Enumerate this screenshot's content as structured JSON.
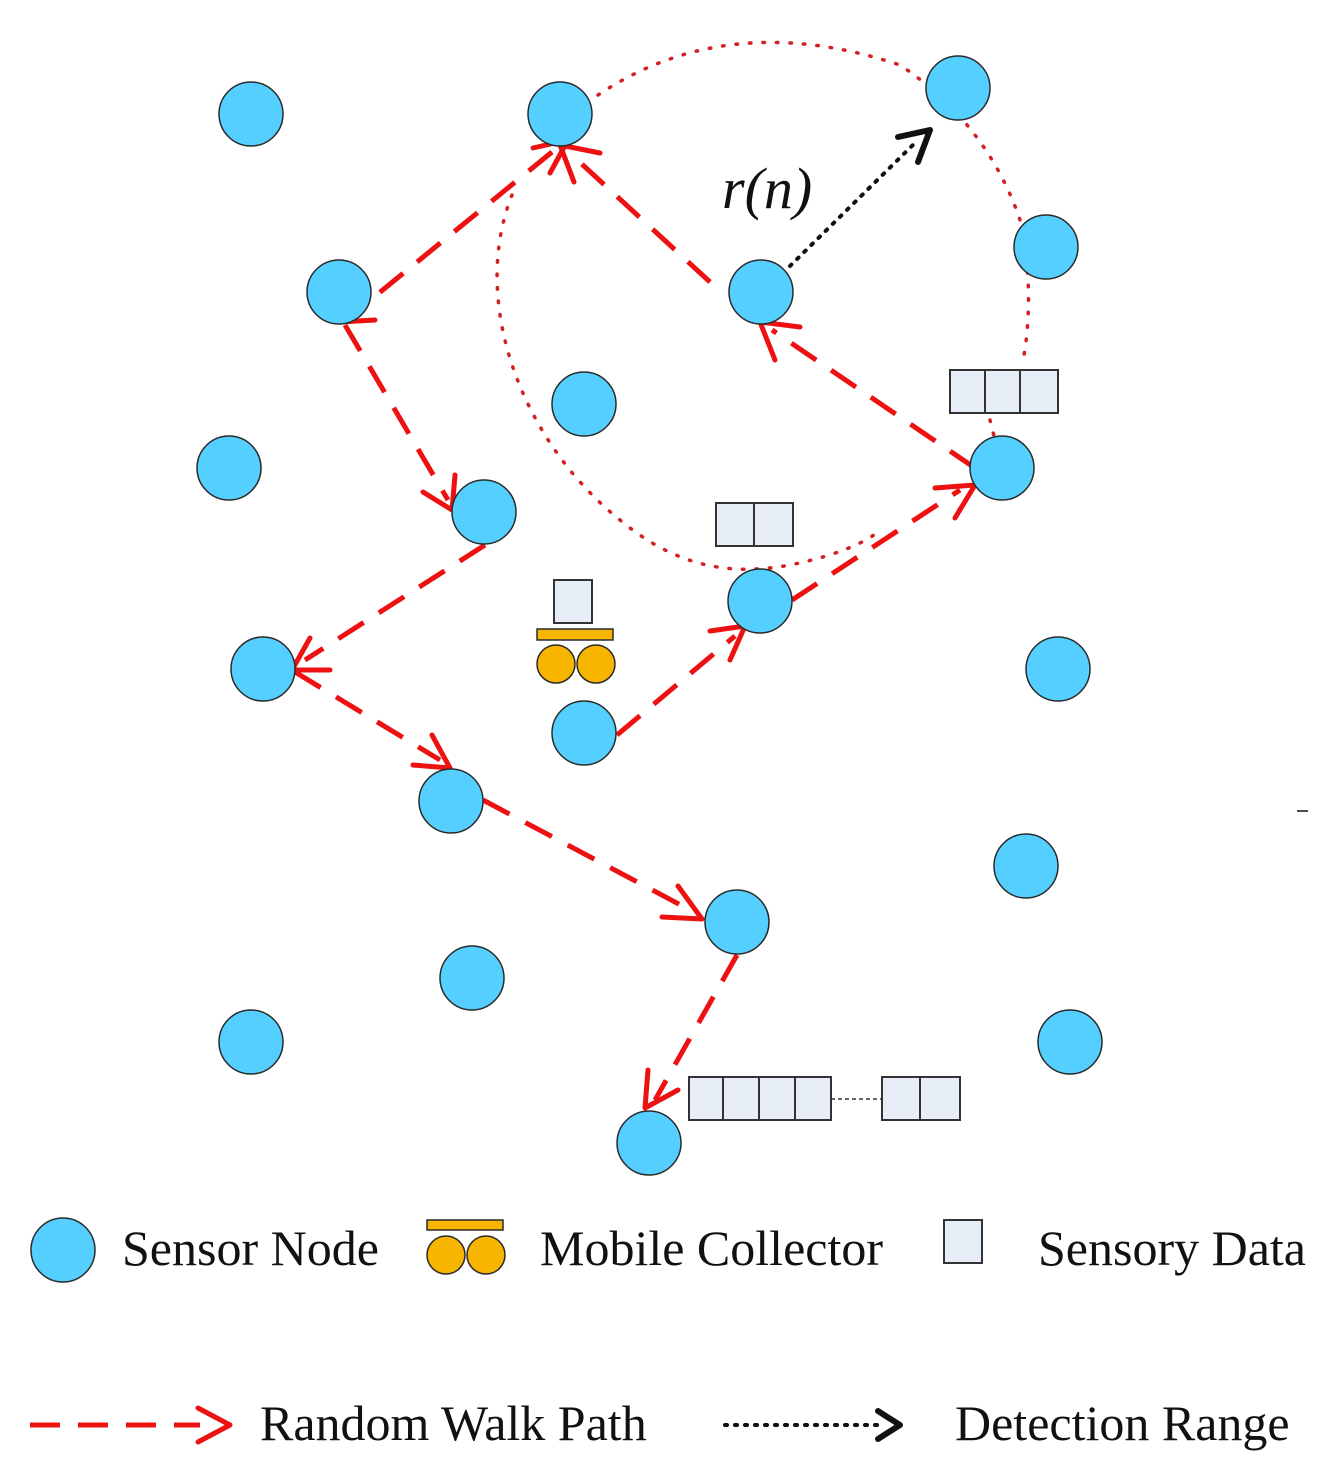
{
  "range_label": "r(n)",
  "legend": {
    "sensor_node": "Sensor Node",
    "mobile_collector": "Mobile Collector",
    "sensory_data": "Sensory Data",
    "random_walk_path": "Random Walk Path",
    "detection_range": "Detection Range"
  },
  "colors": {
    "sensor_node": "#55cfff",
    "collector": "#f7b500",
    "walk_path": "#ee1111",
    "detection_dots": "#d42020",
    "packet": "#e8eef8"
  }
}
